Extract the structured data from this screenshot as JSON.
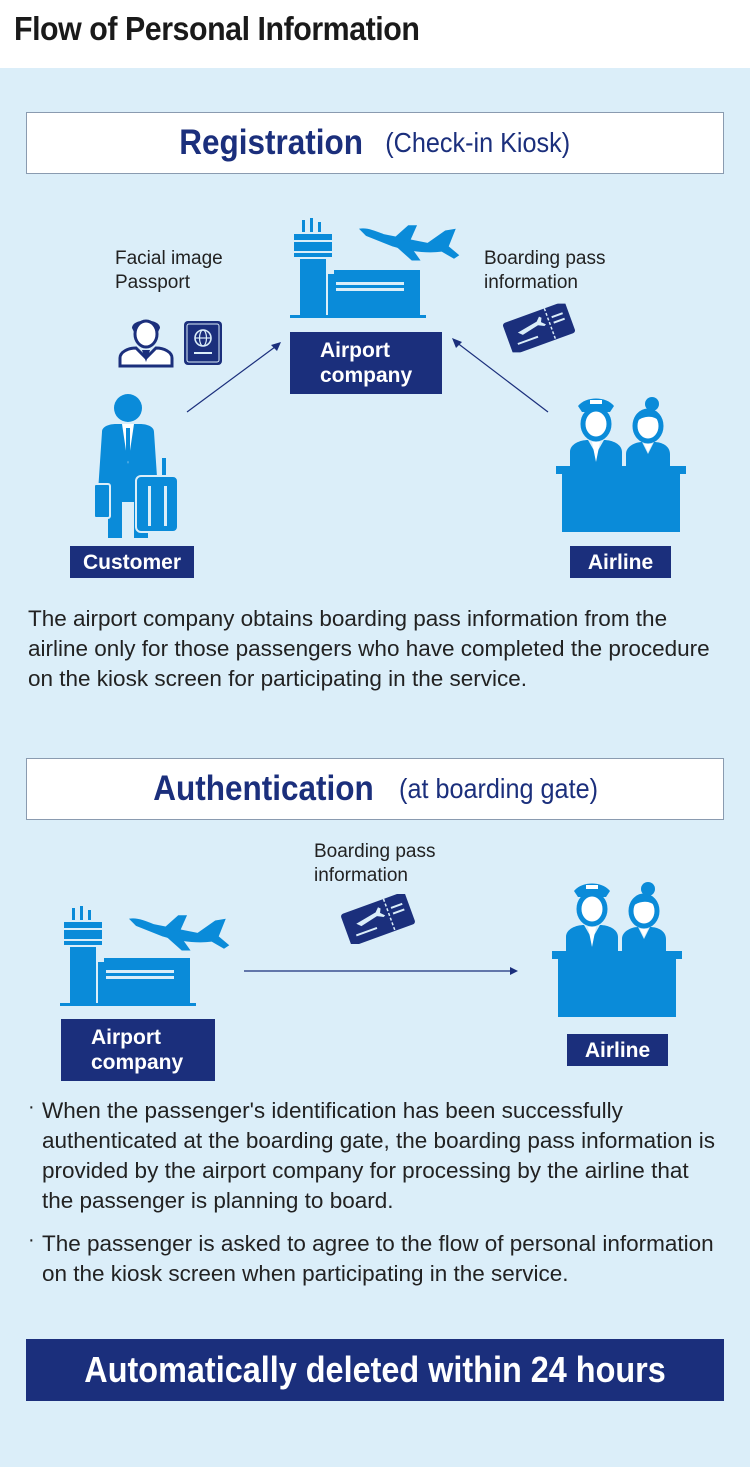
{
  "page": {
    "title": "Flow of Personal Information"
  },
  "colors": {
    "navy": "#1b2f7c",
    "icon_blue": "#0a8bd9",
    "panel_bg": "#dbeef9"
  },
  "registration": {
    "heading_main": "Registration",
    "heading_sub": "(Check-in Kiosk)",
    "customer_data_label": "Facial image\nPassport",
    "boarding_pass_label": "Boarding pass\ninformation",
    "airport_label": "Airport\ncompany",
    "customer_label": "Customer",
    "airline_label": "Airline",
    "description": "The airport company obtains boarding pass information from the airline only for those passengers who have completed the procedure on the kiosk screen for participating in the service.",
    "icons": [
      "customer-with-luggage-icon",
      "airport-tower-icon",
      "airplane-icon",
      "person-icon",
      "passport-icon",
      "boarding-pass-icon",
      "airline-staff-icon"
    ]
  },
  "authentication": {
    "heading_main": "Authentication",
    "heading_sub": "(at boarding gate)",
    "boarding_pass_label": "Boarding pass\ninformation",
    "airport_label": "Airport\ncompany",
    "airline_label": "Airline",
    "bullets": [
      "When the passenger's identification has been successfully authenticated at the boarding gate, the boarding pass information is provided by the airport company for processing by the airline that the passenger is planning to board.",
      "The passenger is asked to agree to the flow of personal information on the kiosk screen when participating in the service."
    ]
  },
  "footer": {
    "banner": "Automatically deleted within 24 hours"
  }
}
